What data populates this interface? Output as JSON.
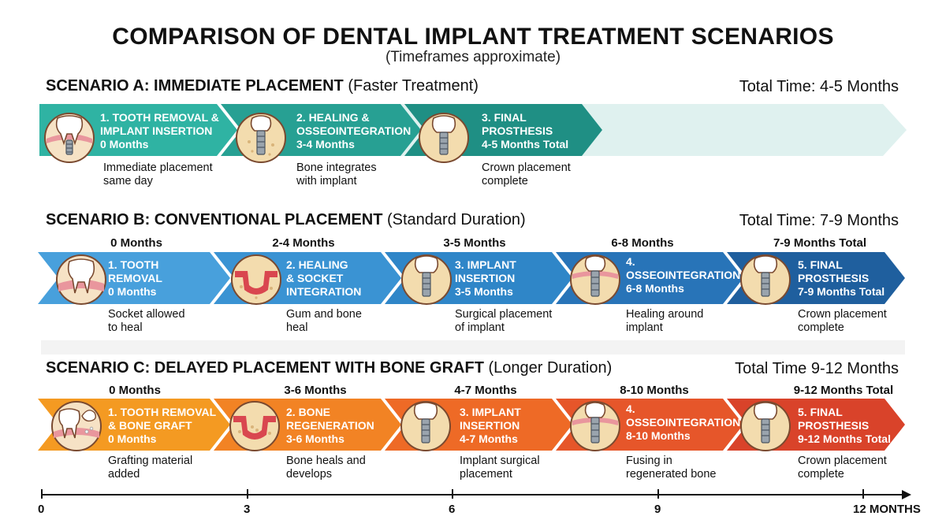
{
  "title": "COMPARISON OF DENTAL IMPLANT TREATMENT SCENARIOS",
  "subtitle": "(Timeframes approximate)",
  "colors": {
    "teal": "#2aa497",
    "teal_light": "#dff1ef",
    "blue": "#2f86c8",
    "orange": "#f08a22",
    "gum": "#e9969d",
    "bone": "#f3dcae"
  },
  "scenario_a": {
    "heading": "SCENARIO A: IMMEDIATE PLACEMENT",
    "note": "(Faster Treatment)",
    "total": "Total Time: 4-5 Months",
    "steps": [
      {
        "l1": "1. TOOTH REMOVAL &",
        "l2": "IMPLANT INSERTION",
        "l3": "0 Months",
        "d1": "Immediate placement",
        "d2": "same day",
        "icon": "tooth-with-implant-icon"
      },
      {
        "l1": "2. HEALING &",
        "l2": "OSSEOINTEGRATION",
        "l3": "3-4 Months",
        "d1": "Bone integrates",
        "d2": "with implant",
        "icon": "osseointegration-icon"
      },
      {
        "l1": "3. FINAL",
        "l2": "PROSTHESIS",
        "l3": "4-5 Months Total",
        "d1": "Crown placement",
        "d2": "complete",
        "icon": "crown-implant-icon"
      }
    ]
  },
  "scenario_b": {
    "heading": "SCENARIO B: CONVENTIONAL PLACEMENT",
    "note": "(Standard Duration)",
    "total": "Total Time: 7-9 Months",
    "times": [
      "0 Months",
      "2-4 Months",
      "3-5 Months",
      "6-8 Months",
      "7-9 Months Total"
    ],
    "steps": [
      {
        "l1": "1. TOOTH",
        "l2": "REMOVAL",
        "l3": "0 Months",
        "d1": "Socket allowed",
        "d2": "to heal",
        "icon": "tooth-icon"
      },
      {
        "l1": "2. HEALING",
        "l2": "& SOCKET",
        "l3": "INTEGRATION",
        "d1": "Gum and bone",
        "d2": "heal",
        "icon": "socket-icon"
      },
      {
        "l1": "3. IMPLANT",
        "l2": "INSERTION",
        "l3": "3-5 Months",
        "d1": "Surgical placement",
        "d2": "of implant",
        "icon": "implant-insertion-icon"
      },
      {
        "l1": "4.",
        "l2": "OSSEOINTEGRATION",
        "l3": "6-8 Months",
        "d1": "Healing around",
        "d2": "implant",
        "icon": "osseointegration-icon"
      },
      {
        "l1": "5. FINAL",
        "l2": "PROSTHESIS",
        "l3": "7-9 Months Total",
        "d1": "Crown placement",
        "d2": "complete",
        "icon": "crown-implant-icon"
      }
    ]
  },
  "scenario_c": {
    "heading": "SCENARIO C: DELAYED PLACEMENT WITH BONE GRAFT",
    "note": "(Longer Duration)",
    "total": "Total Time 9-12 Months",
    "times": [
      "0 Months",
      "3-6 Months",
      "4-7 Months",
      "8-10 Months",
      "9-12 Months Total"
    ],
    "steps": [
      {
        "l1": "1. TOOTH REMOVAL",
        "l2": "& BONE GRAFT",
        "l3": "0 Months",
        "d1": "Grafting material",
        "d2": "added",
        "icon": "tooth-graft-icon"
      },
      {
        "l1": "2. BONE",
        "l2": "REGENERATION",
        "l3": "3-6 Months",
        "d1": "Bone heals and",
        "d2": "develops",
        "icon": "bone-regeneration-icon"
      },
      {
        "l1": "3. IMPLANT",
        "l2": "INSERTION",
        "l3": "4-7 Months",
        "d1": "Implant surgical",
        "d2": "placement",
        "icon": "implant-insertion-icon"
      },
      {
        "l1": "4.",
        "l2": "OSSEOINTEGRATION",
        "l3": "8-10 Months",
        "d1": "Fusing in",
        "d2": "regenerated bone",
        "icon": "osseointegration-icon"
      },
      {
        "l1": "5. FINAL",
        "l2": "PROSTHESIS",
        "l3": "9-12 Months Total",
        "d1": "Crown placement",
        "d2": "complete",
        "icon": "crown-implant-icon"
      }
    ]
  },
  "axis": {
    "ticks": [
      "0",
      "3",
      "6",
      "9"
    ],
    "end_label": "12 MONTHS"
  }
}
